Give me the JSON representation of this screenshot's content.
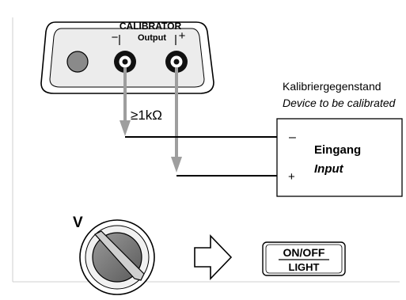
{
  "calibrator": {
    "title": "CALIBRATOR",
    "subtitle": "Output",
    "minus": "−",
    "plus": "+"
  },
  "resistance_label": "≥1kΩ",
  "device": {
    "label_de": "Kalibriergegenstand",
    "label_en": "Device to be calibrated",
    "minus": "–",
    "plus": "+",
    "input_de": "Eingang",
    "input_en": "Input"
  },
  "switch_label": "V",
  "button": {
    "top": "ON/OFF",
    "bottom": "LIGHT"
  },
  "colors": {
    "wire_gray": "#9e9e9e",
    "jack_black": "#111111",
    "knob_gray": "#7a7a7a"
  }
}
